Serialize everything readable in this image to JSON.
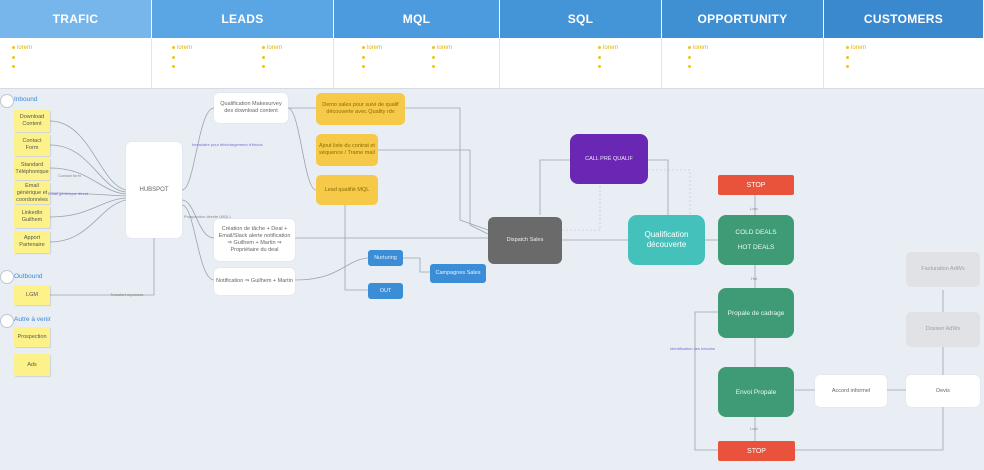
{
  "columns": [
    {
      "label": "TRAFIC",
      "color": "#76b6ea"
    },
    {
      "label": "LEADS",
      "color": "#5aa6e4"
    },
    {
      "label": "MQL",
      "color": "#4b9bde"
    },
    {
      "label": "SQL",
      "color": "#4495d8"
    },
    {
      "label": "OPPORTUNITY",
      "color": "#3f8fd3"
    },
    {
      "label": "CUSTOMERS",
      "color": "#3a89cf"
    }
  ],
  "legend": {
    "item": "lorem"
  },
  "sections": {
    "inbound": "Inbound",
    "outbound": "Outbound",
    "other": "Autre à venir"
  },
  "sources": {
    "download": "Download Content",
    "contact": "Contact Form",
    "standard": "Standard Téléphonique",
    "email": "Email générique et coordonnées",
    "linkedin": "LinkedIn Guilhem",
    "partner": "Apport Partenaire",
    "lgm": "LGM",
    "prospection": "Prospection",
    "ads": "Ads"
  },
  "hubspot": "HUBSPOT",
  "leads": {
    "qualif": "Qualification Makesurvey des download content",
    "task": "Création de tâche + Deal + Email/Slack alerte notification ⇒ Guilhem + Martin ⇒ Propriétaire du deal",
    "notif": "Notification ⇒ Guilhem + Martin"
  },
  "mql": {
    "demo": "Demo sales pour suivi de qualif découverte avec Quality rdv",
    "ajout": "Ajout liste du contrat et séquence / Trame mail",
    "scoring": "Lead qualifié MQL",
    "nurturing": "Nurturing",
    "out": "OUT",
    "campagnes": "Campagnes Sales"
  },
  "sql": {
    "dispatch": "Dispatch Sales",
    "call": "CALL PRÉ QUALIF"
  },
  "opportunity": {
    "qualif": "Qualification découverte",
    "stop_top": "STOP",
    "deals_line1": "COLD DEALS",
    "deals_line2": "HOT DEALS",
    "cadrage": "Propale de cadrage",
    "envoi": "Envoi Propale",
    "stop_bottom": "STOP",
    "accord": "Accord informel"
  },
  "customers": {
    "devis": "Devis",
    "facturation": "Facturation AdWs",
    "dossier": "Dossier AdWs"
  },
  "edge_labels": {
    "hubspot_qualif": "formulaire pour téléchargement d'ébook",
    "form": "Contact form",
    "email_direct": "Email générique direct",
    "hubspot_tasks": "Prospection directe (MQL)",
    "lgm_hub": "Transfert réponses",
    "lost": "Lost",
    "hot": "Hot",
    "cadrage_label": "Identification des besoins",
    "lost2": "Lost"
  }
}
